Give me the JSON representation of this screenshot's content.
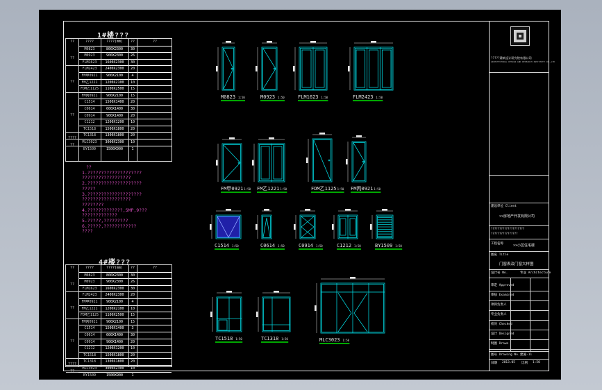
{
  "table1": {
    "title": "1#楼???",
    "headers": [
      "??",
      "????",
      "????(mm)",
      "??",
      "??"
    ],
    "category_labels": [
      "??",
      "??",
      "??",
      "????",
      "??"
    ],
    "rows": [
      {
        "name": "M0823",
        "size": "800X2300",
        "qty": "30"
      },
      {
        "name": "M0923",
        "size": "900X2300",
        "qty": "26"
      },
      {
        "name": "FLM1623",
        "size": "1600X2300",
        "qty": "30"
      },
      {
        "name": "FLM2423",
        "size": "2400X2300",
        "qty": "20"
      },
      {
        "name": "FM甲0921",
        "size": "900X2100",
        "qty": "4"
      },
      {
        "name": "FM乙1221",
        "size": "1200X2100",
        "qty": "10"
      },
      {
        "name": "FDM乙1125",
        "size": "1100X2500",
        "qty": "15"
      },
      {
        "name": "FM丙0921",
        "size": "900X2100",
        "qty": "15"
      },
      {
        "name": "C1514",
        "size": "1500X1400",
        "qty": "20"
      },
      {
        "name": "C0614",
        "size": "600X1400",
        "qty": "30"
      },
      {
        "name": "C0914",
        "size": "900X1400",
        "qty": "20"
      },
      {
        "name": "C1212",
        "size": "1200X1200",
        "qty": "10"
      },
      {
        "name": "TC1518",
        "size": "1500X1800",
        "qty": "20"
      },
      {
        "name": "TC1318",
        "size": "1300X1800",
        "qty": "20"
      },
      {
        "name": "MLC3023",
        "size": "3000X2300",
        "qty": "10"
      },
      {
        "name": "BY1509",
        "size": "1500X900",
        "qty": "1"
      }
    ]
  },
  "table2": {
    "title": "4#楼???",
    "headers": [
      "??",
      "????",
      "????(mm)",
      "??",
      "??"
    ],
    "category_labels": [
      "??",
      "??",
      "??",
      "????",
      "??"
    ],
    "rows": [
      {
        "name": "M0823",
        "size": "800X2300",
        "qty": "30"
      },
      {
        "name": "M0923",
        "size": "900X2300",
        "qty": "26"
      },
      {
        "name": "FLM1623",
        "size": "1600X2300",
        "qty": "30"
      },
      {
        "name": "FLM2423",
        "size": "2400X2300",
        "qty": "20"
      },
      {
        "name": "FM甲0921",
        "size": "900X2100",
        "qty": "4"
      },
      {
        "name": "FM乙1221",
        "size": "1200X2100",
        "qty": "10"
      },
      {
        "name": "FDM乙1125",
        "size": "1100X2500",
        "qty": "15"
      },
      {
        "name": "FM丙0921",
        "size": "900X2100",
        "qty": "15"
      },
      {
        "name": "C1514",
        "size": "1500X1400",
        "qty": "3"
      },
      {
        "name": "C0614",
        "size": "600X1400",
        "qty": "30"
      },
      {
        "name": "C0914",
        "size": "900X1400",
        "qty": "20"
      },
      {
        "name": "C1212",
        "size": "1200X1200",
        "qty": "10"
      },
      {
        "name": "TC1518",
        "size": "1500X1800",
        "qty": "20"
      },
      {
        "name": "TC1318",
        "size": "1300X1800",
        "qty": "20"
      },
      {
        "name": "MLC3023",
        "size": "3000X2300",
        "qty": "10"
      },
      {
        "name": "BY1509",
        "size": "1500X900",
        "qty": "1"
      }
    ]
  },
  "notes": {
    "heading": "??",
    "lines": [
      "1.????????????????????",
      "  ??????????????????",
      "2.????????????????????",
      "  ?????",
      "3.????????????????????",
      "  ??????????????????",
      "  ????????",
      "4.?????????????,SMP,9???",
      "  ?????????????",
      "5.?????,?????????",
      "6.?????,????????????",
      "  ????"
    ]
  },
  "elevations": [
    {
      "label": "M0823",
      "scale": "1:50"
    },
    {
      "label": "M0923",
      "scale": "1:50"
    },
    {
      "label": "FLM1623",
      "scale": "1:50"
    },
    {
      "label": "FLM2423",
      "scale": "1:50"
    },
    {
      "label": "FM甲0921",
      "scale": "1:50"
    },
    {
      "label": "FM乙1221",
      "scale": "1:50"
    },
    {
      "label": "FDM乙1125",
      "scale": "1:50"
    },
    {
      "label": "FM丙0921",
      "scale": "1:50"
    },
    {
      "label": "C1514",
      "scale": "1:50"
    },
    {
      "label": "C0614",
      "scale": "1:50"
    },
    {
      "label": "C0914",
      "scale": "1:50"
    },
    {
      "label": "C1212",
      "scale": "1:50"
    },
    {
      "label": "BY1509",
      "scale": "1:50"
    },
    {
      "label": "TC1518",
      "scale": "1:50"
    },
    {
      "label": "TC1318",
      "scale": "1:50"
    },
    {
      "label": "MLC3023",
      "scale": "1:50"
    }
  ],
  "titleblock": {
    "company": "?????建筑设计研究院有限公司",
    "company_en": "ARCHITECTURAL DESIGN AND RESEARCH INSTITUTE CO.,LTD",
    "project_label": "建设单位 Client",
    "client": "××房地产开发有限公司",
    "remark1": "????????????????????",
    "remark2": "????????????????",
    "project_name_label": "工程名称",
    "project_name": "××小区住宅楼",
    "drawing_label": "图名 Title",
    "drawing_title": "门窗表及门窗大样图",
    "field1": "设计号 No.",
    "field2": "专业 Architecture",
    "sign_rows": [
      "审定 Approved",
      "审核 Examined",
      "项目负责人",
      "专业负责人",
      "校对 Checked",
      "设计 Designed",
      "制图 Drawn"
    ],
    "drawing_no_label": "图号 Drawing No.",
    "drawing_no": "建施-11",
    "date_label": "日期",
    "date": "2013.05",
    "scale_label": "比例",
    "scale": "1:50"
  },
  "colors": {
    "cyan": "#00d4dc",
    "green": "#00e000",
    "magenta": "#d94fbf",
    "blue": "#3b3bff",
    "white": "#e8e8e8"
  }
}
